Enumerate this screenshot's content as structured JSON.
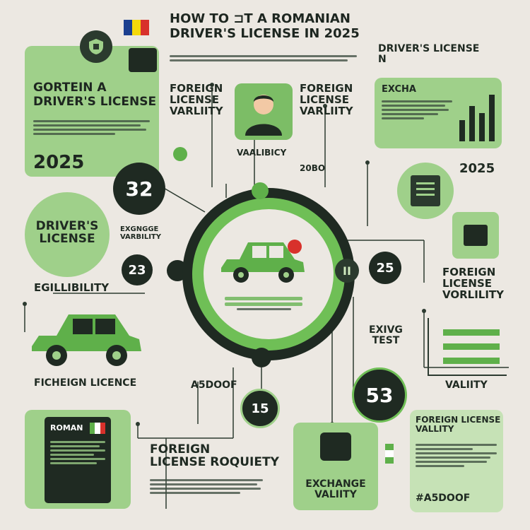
{
  "header": {
    "title_line1": "HOW TO ⊐T A ROMANIAN",
    "title_line2": "DRIVER'S LICENSE IN 2025"
  },
  "top_left_panel": {
    "heading_line1": "GORTEIN A",
    "heading_line2": "DRIVER'S LICENSE",
    "year": "2025"
  },
  "top_right_panel": {
    "label_line1": "DRIVER'S LICENSE",
    "label_line2": "N",
    "card_heading": "EXCHA"
  },
  "labels": {
    "foreign_validity_left_1": "FOREIGN",
    "foreign_validity_left_2": "LICENSE",
    "foreign_validity_left_3": "VARLIITY",
    "foreign_validity_right_1": "FOREIGN",
    "foreign_validity_right_2": "LICENSE",
    "foreign_validity_right_3": "VARLIITY",
    "validity_under_avatar": "VAALIBICY",
    "code_under_avatar": "20BO",
    "year_right": "2025",
    "eligibility": "EGILLIBILITY",
    "fichein_license": "FICHEIGN LICENCE",
    "code_bottom_mid": "A5DOOF",
    "exchange_test_1": "EXIVG",
    "exchange_test_2": "TEST",
    "foreign_right_1": "FOREIGN",
    "foreign_right_2": "LICENSE",
    "foreign_right_3": "VORLILITY",
    "valiity_chart": "VALIITY",
    "drivers_circle_1": "DRIVER'S",
    "drivers_circle_2": "LICENSE",
    "exchange_varbility_1": "EXGNGGE",
    "exchange_varbility_2": "VARBILITY"
  },
  "badges": {
    "b32": "32",
    "b23_left": "23",
    "b25_right": "25",
    "b53": "53",
    "b15": "15"
  },
  "bottom_left_panel": {
    "doc_title": "ROMAN"
  },
  "bottom_mid": {
    "label_line1": "FOREIGN",
    "label_line2": "LICENSE ROQUIETY"
  },
  "bottom_center_panel": {
    "label_line1": "EXCHANGE",
    "label_line2": "VALIITY"
  },
  "bottom_right_panel": {
    "title_line1": "FOREIGN LICENSE",
    "title_line2": "VALLITY",
    "code": "#A5DOOF"
  },
  "colors": {
    "background": "#ece8e2",
    "panel_green": "#9fd08a",
    "accent_green": "#5fb04a",
    "dark": "#1f2a22",
    "flag_red": "#d8312b",
    "flag_yellow": "#f5d90a",
    "flag_blue": "#1b3f8f"
  }
}
